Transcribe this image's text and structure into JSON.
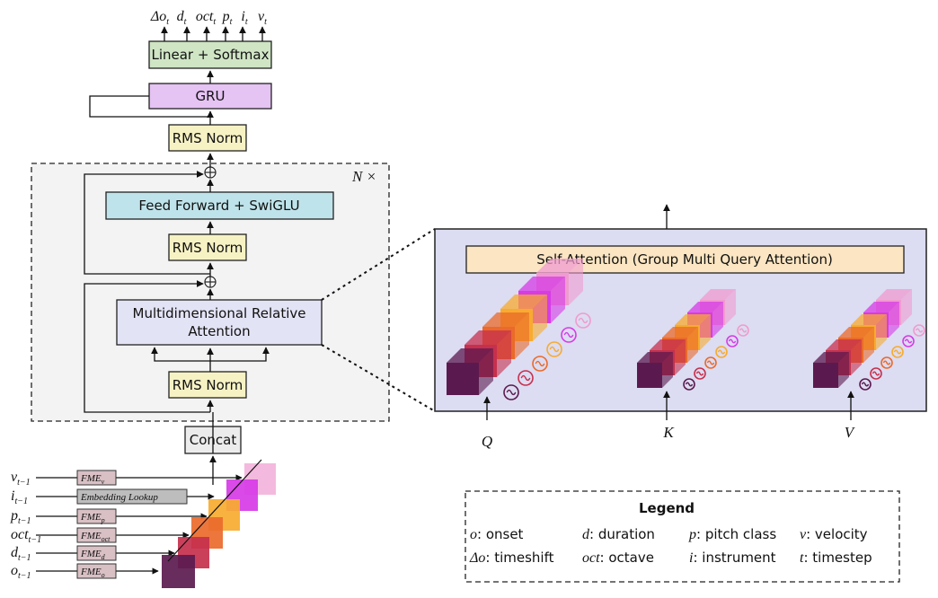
{
  "outputs": [
    {
      "base": "Δo",
      "sub": "t"
    },
    {
      "base": "d",
      "sub": "t"
    },
    {
      "base": "oct",
      "sub": "t"
    },
    {
      "base": "p",
      "sub": "t"
    },
    {
      "base": "i",
      "sub": "t"
    },
    {
      "base": "v",
      "sub": "t"
    }
  ],
  "blocks": {
    "linear_softmax": "Linear + Softmax",
    "gru": "GRU",
    "rms_norm_top": "RMS Norm",
    "feed_forward": "Feed Forward + SwiGLU",
    "rms_norm_mid": "RMS Norm",
    "mra_line1": "Multidimensional Relative",
    "mra_line2": "Attention",
    "rms_norm_bottom": "RMS Norm",
    "concat": "Concat",
    "repeat_label": "N ×"
  },
  "inputs": [
    {
      "base": "v",
      "sub": "t−1",
      "module": "FME",
      "module_sub": "v"
    },
    {
      "base": "i",
      "sub": "t−1",
      "module": "Embedding Lookup",
      "module_sub": ""
    },
    {
      "base": "p",
      "sub": "t−1",
      "module": "FME",
      "module_sub": "p"
    },
    {
      "base": "oct",
      "sub": "t−1",
      "module": "FME",
      "module_sub": "oct"
    },
    {
      "base": "d",
      "sub": "t−1",
      "module": "FME",
      "module_sub": "d"
    },
    {
      "base": "o",
      "sub": "t−1",
      "module": "FME",
      "module_sub": "o"
    }
  ],
  "attention_detail": {
    "self_attention": "Self-Attention (Group Multi Query Attention)",
    "q_label": "Q",
    "k_label": "K",
    "v_label": "V"
  },
  "legend": {
    "title": "Legend",
    "items": [
      {
        "sym": "o",
        "text": ": onset"
      },
      {
        "sym": "d",
        "text": ": duration"
      },
      {
        "sym": "p",
        "text": ": pitch class"
      },
      {
        "sym": "v",
        "text": ": velocity"
      },
      {
        "sym": "Δo",
        "text": ": timeshift"
      },
      {
        "sym": "oct",
        "text": ": octave"
      },
      {
        "sym": "i",
        "text": ": instrument"
      },
      {
        "sym": "t",
        "text": ": timestep"
      }
    ]
  },
  "colors": {
    "linear_fill": "#cfe5c4",
    "gru_fill": "#e5c3f3",
    "rms_fill": "#f7f2c4",
    "ff_fill": "#bfe3ea",
    "mra_fill": "#e3e3f6",
    "attn_panel": "#dcdcf2",
    "selfattn_fill": "#fbe5c2",
    "fme_fill": "#d9c0c5",
    "embed_fill": "#bdbdbd",
    "cube_colors": [
      "#5b1a4f",
      "#c6304d",
      "#ea6a2b",
      "#f7ab2f",
      "#d63be6",
      "#f09bd0"
    ]
  }
}
